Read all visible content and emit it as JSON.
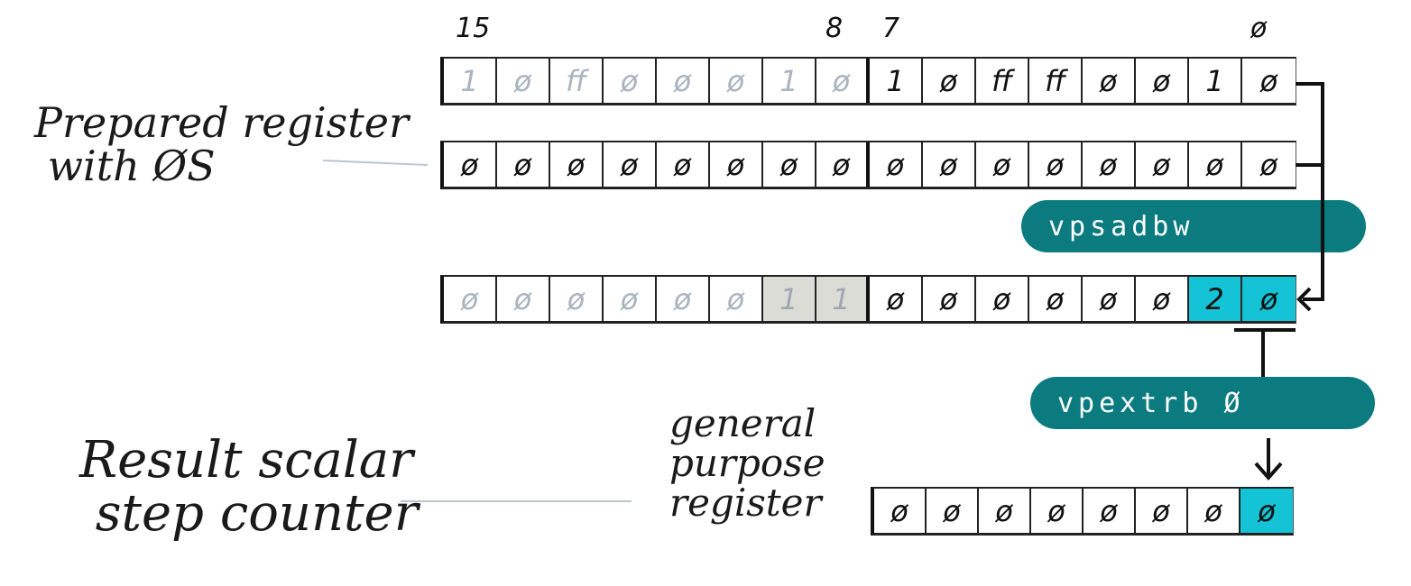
{
  "bit_labels": {
    "b15": "15",
    "b8": "8",
    "b7": "7",
    "b0": "ø"
  },
  "labels": {
    "prepared": "Prepared register\n with ØS",
    "result": "Result scalar\n step counter",
    "gpr": "general\npurpose\nregister"
  },
  "instructions": {
    "sad": "vpsadbw",
    "extract": "vpextrb Ø"
  },
  "registers": {
    "input": {
      "upper": [
        "1",
        "ø",
        "ff",
        "ø",
        "ø",
        "ø",
        "1",
        "ø"
      ],
      "lower": [
        "1",
        "ø",
        "ff",
        "ff",
        "ø",
        "ø",
        "1",
        "ø"
      ]
    },
    "zeros": {
      "upper": [
        "ø",
        "ø",
        "ø",
        "ø",
        "ø",
        "ø",
        "ø",
        "ø"
      ],
      "lower": [
        "ø",
        "ø",
        "ø",
        "ø",
        "ø",
        "ø",
        "ø",
        "ø"
      ]
    },
    "result": {
      "upper": [
        "ø",
        "ø",
        "ø",
        "ø",
        "ø",
        "ø",
        "1",
        "1"
      ],
      "lower": [
        "ø",
        "ø",
        "ø",
        "ø",
        "ø",
        "ø",
        "2",
        "ø"
      ]
    },
    "gpr": [
      "ø",
      "ø",
      "ø",
      "ø",
      "ø",
      "ø",
      "ø",
      "ø"
    ]
  },
  "colors": {
    "accent": "#15c3d6",
    "instruction": "#0b7b80",
    "dim": "#aab4c0",
    "upper_sum": "#dcdcd6"
  }
}
